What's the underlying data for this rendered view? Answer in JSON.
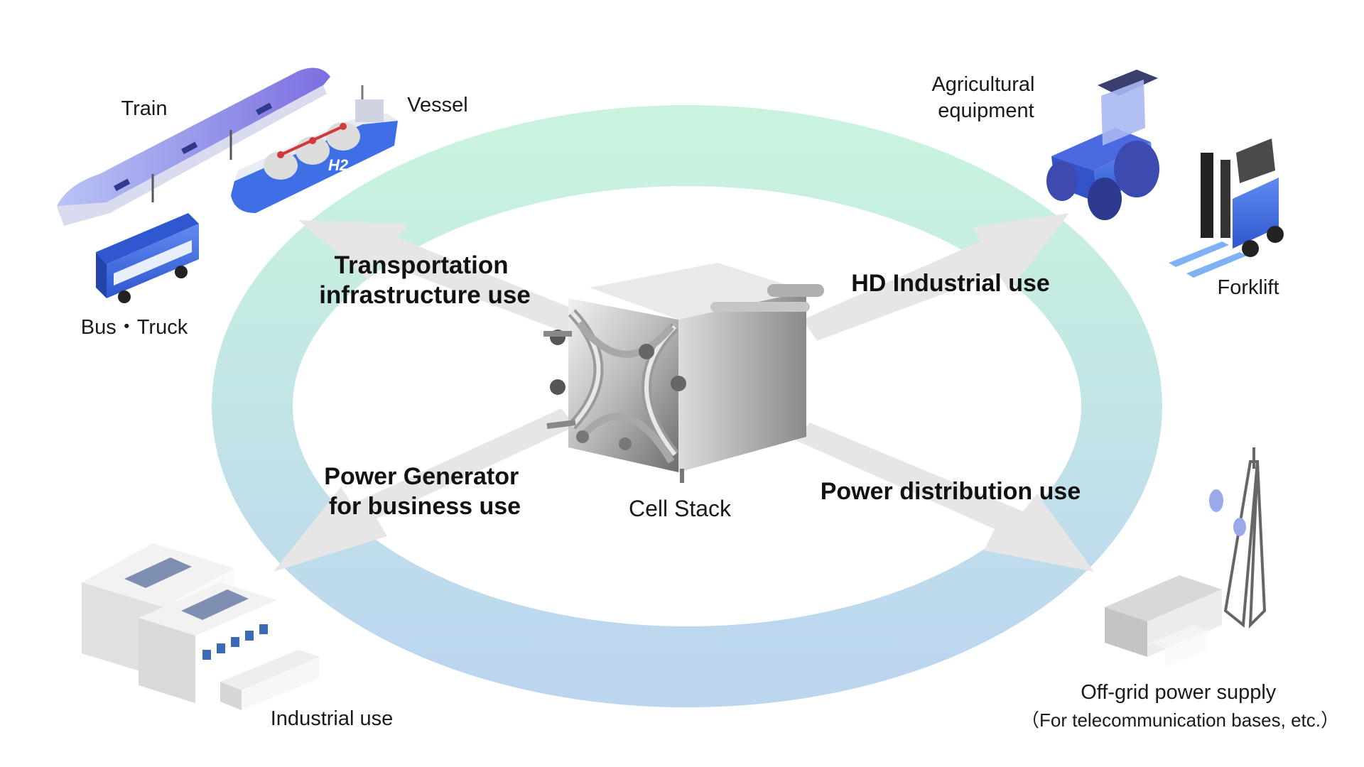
{
  "center": {
    "label": "Cell Stack"
  },
  "categories": {
    "transport": [
      "Transportation",
      "infrastructure use"
    ],
    "industrial": "HD Industrial use",
    "generator": [
      "Power Generator",
      "for business use"
    ],
    "distribution": "Power distribution use"
  },
  "applications": {
    "train": "Train",
    "vessel": "Vessel",
    "bus": "Bus・Truck",
    "agri": [
      "Agricultural",
      "equipment"
    ],
    "forklift": "Forklift",
    "industrial": "Industrial use",
    "offgrid": [
      "Off-grid power supply",
      "（For telecommunication bases, etc.）"
    ]
  },
  "vessel_badge": "H2",
  "colors": {
    "ring_top": "#c9f3de",
    "ring_bottom": "#bcd6ef",
    "arrow": "#e6e6e6",
    "vehicle_blue": "#3f6fe6",
    "train_purple": "#8a86e8"
  }
}
